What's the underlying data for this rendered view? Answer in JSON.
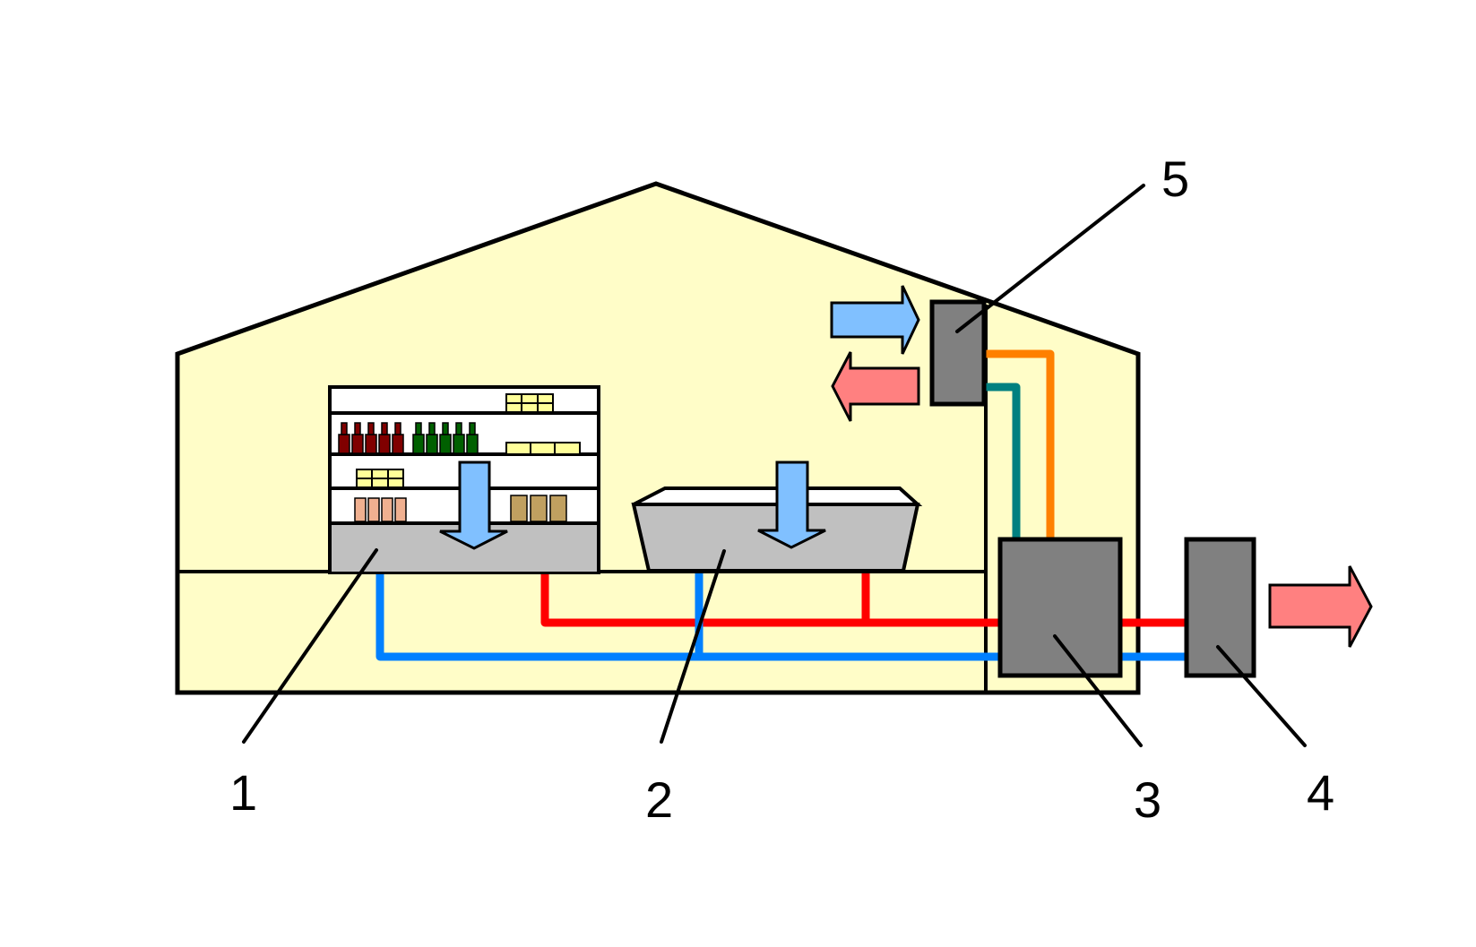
{
  "labels": {
    "display_case": "1",
    "island_freezer": "2",
    "central_unit": "3",
    "outdoor_unit": "4",
    "heat_exchanger": "5"
  },
  "colors": {
    "building_fill": "#FFFDC8",
    "outline": "#000000",
    "equipment_gray": "#808080",
    "case_gray": "#C0C0C0",
    "hot_line": "#FF0000",
    "cold_line": "#0080FF",
    "orange_line": "#FF8000",
    "teal_line": "#008080",
    "cool_arrow": "#80C0FF",
    "warm_arrow": "#FF8080",
    "dark_bottle": "#800000",
    "green_bottle": "#006000",
    "product_yellow": "#FFFF99",
    "jar_tan": "#C0A060",
    "can_peach": "#F0B090"
  },
  "icons": [
    "cool-air-arrow",
    "warm-air-arrow",
    "bottle-icon",
    "product-box-icon"
  ]
}
